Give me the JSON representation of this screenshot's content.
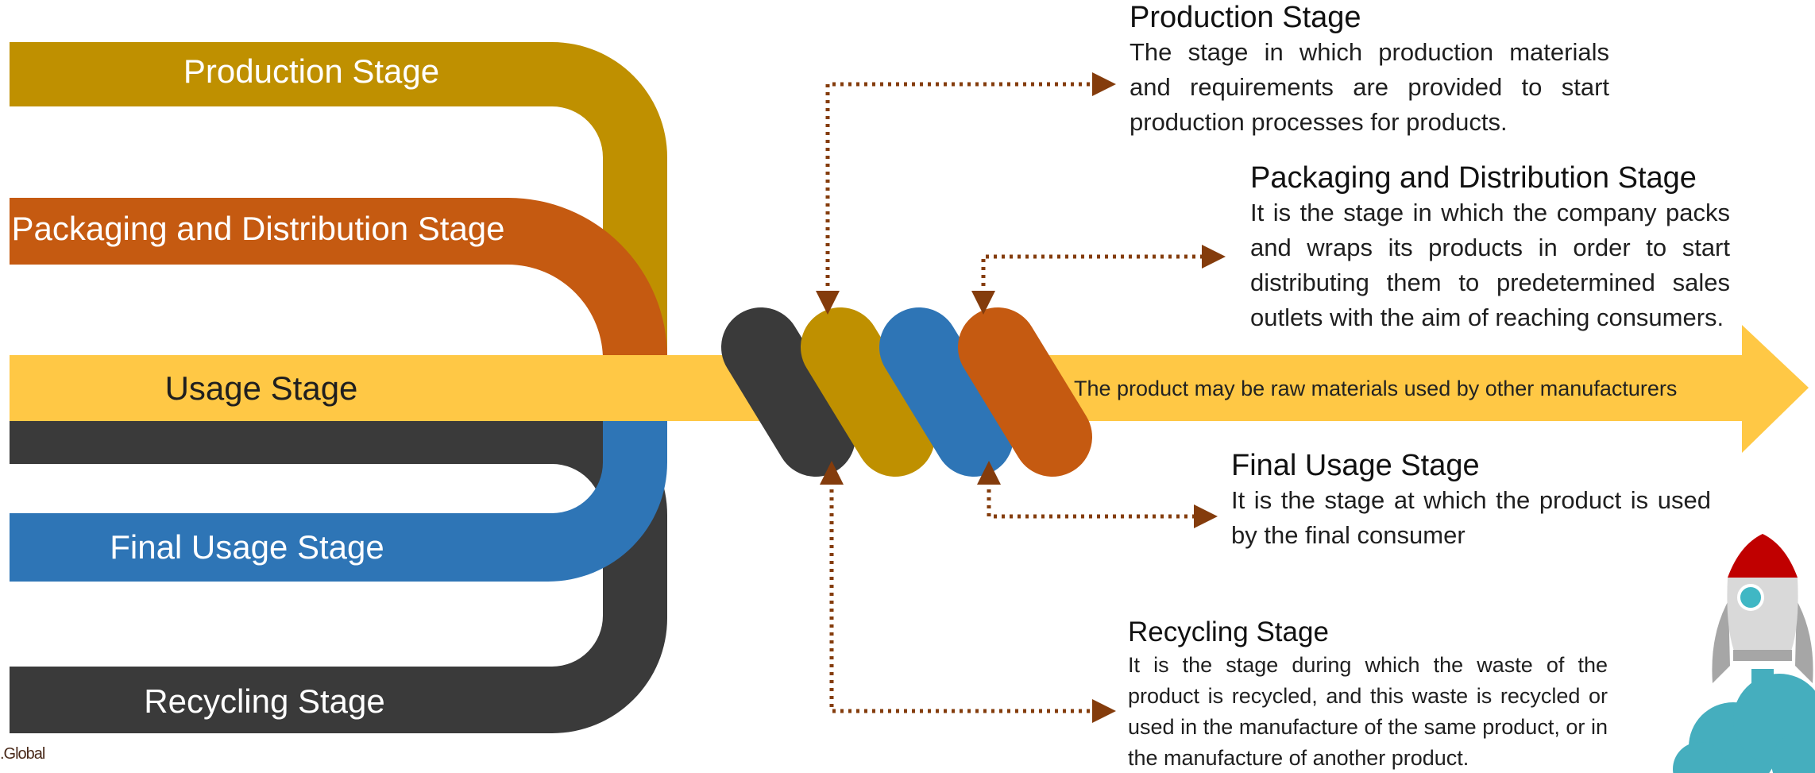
{
  "colors": {
    "production": "#BF9000",
    "packaging": "#C55A11",
    "usage": "#FFC845",
    "final": "#2E75B6",
    "recycling": "#3A3A3A",
    "connector": "#843C0C",
    "rocket_body": "#D9D9D9",
    "rocket_nose": "#C00000",
    "rocket_window": "#40B7C4",
    "smoke": "#45AEBE"
  },
  "bands": {
    "production": "Production Stage",
    "packaging": "Packaging and Distribution Stage",
    "usage": "Usage Stage",
    "final": "Final Usage Stage",
    "recycling": "Recycling Stage"
  },
  "arrow_caption": "The product may be raw materials used by other manufacturers",
  "descriptions": {
    "production": {
      "title": "Production Stage",
      "text": "The stage in which production materials and requirements are provided to start production processes for products."
    },
    "packaging": {
      "title": "Packaging and Distribution Stage",
      "text": "It is the stage in which the company packs and wraps its products in order to start distributing them to predetermined sales outlets with the aim of reaching consumers."
    },
    "final": {
      "title": "Final Usage Stage",
      "text": "It is the stage at which the product is used by the final consumer"
    },
    "recycling": {
      "title": "Recycling Stage",
      "text": "It is the stage during which the waste of the product is recycled, and this waste is recycled or used in the manufacture of the same product, or in the manufacture of another product."
    }
  },
  "icons": {
    "rocket": "rocket-icon",
    "smoke": "smoke-cloud-icon"
  },
  "footer": ".Global"
}
